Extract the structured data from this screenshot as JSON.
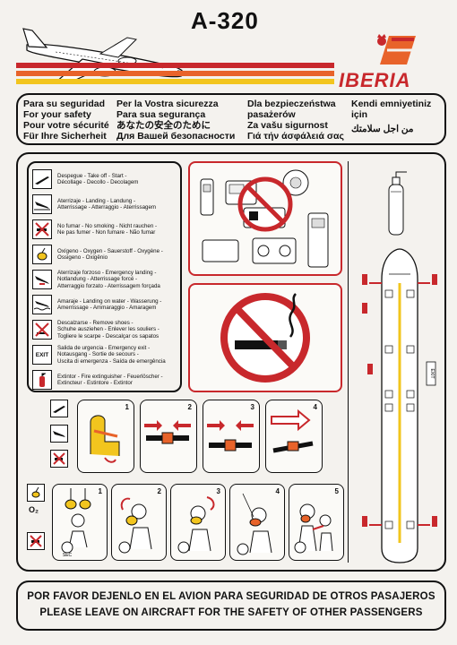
{
  "header": {
    "model": "A-320",
    "airline": "IBERIA"
  },
  "safety_titles": {
    "col1": [
      "Para su seguridad",
      "For your safety",
      "Pour votre sécurité",
      "Für Ihre Sicherheit"
    ],
    "col2": [
      "Per la Vostra sicurezza",
      "Para sua segurança",
      "あなたの安全のために",
      "Для Вашей безопасности"
    ],
    "col3": [
      "Dla bezpieczeństwa",
      "pasażerów",
      "Za vašu sigurnost",
      "Γιά τήν άσφάλειά σας"
    ],
    "col4": [
      "Kendi emniyetiniz",
      "için",
      "من اجل سلامتك"
    ]
  },
  "legend": [
    {
      "icon": "takeoff-icon",
      "lines": [
        "Despegue - Take off - Start -",
        "Décollage - Decollo - Decolagem"
      ]
    },
    {
      "icon": "landing-icon",
      "lines": [
        "Aterrizaje - Landing - Landung -",
        "Atterrissage - Atterraggio - Aterrissagem"
      ]
    },
    {
      "icon": "no-smoking-icon",
      "lines": [
        "No fumar - No smoking - Nicht rauchen -",
        "Ne pas fumer - Non fumare - Não fumar"
      ]
    },
    {
      "icon": "oxygen-icon",
      "lines": [
        "Oxígeno - Oxygen - Sauerstoff - Oxygène -",
        "Ossigeno - Oxigênio"
      ]
    },
    {
      "icon": "forced-landing-icon",
      "lines": [
        "Aterrizaje forzoso - Emergency landing -",
        "Notlandung - Atterrissage forcé -",
        "Atterraggio forzato - Aterrissagem forçada"
      ]
    },
    {
      "icon": "water-landing-icon",
      "lines": [
        "Amaraje - Landing on water - Wasserung -",
        "Amerrissage - Ammaraggio - Amaragem"
      ]
    },
    {
      "icon": "remove-shoes-icon",
      "lines": [
        "Descalzarse - Remove shoes -",
        "Schuhe ausziehen - Enlever les souliers -",
        "Togliere le scarpe - Descalçar os sapatos"
      ]
    },
    {
      "icon": "exit-icon",
      "label": "EXIT",
      "lines": [
        "Salida de urgencia - Emergency exit -",
        "Notausgang - Sortie de secours -",
        "Uscita di emergenza - Saída de emergência"
      ]
    },
    {
      "icon": "extinguisher-icon",
      "lines": [
        "Extintor - Fire extinguisher - Feuerlöscher -",
        "Extincteur - Estintore - Extintor"
      ]
    }
  ],
  "seatbelt_steps": [
    "1",
    "2",
    "3",
    "4"
  ],
  "oxygen_steps": [
    "1",
    "2",
    "3",
    "4",
    "5"
  ],
  "labels": {
    "oxygen_symbol": "O₂",
    "exit_label": "EXIT",
    "sec": "SEC"
  },
  "footer": {
    "line1": "POR FAVOR DEJENLO EN EL AVION PARA SEGURIDAD DE OTROS PASAJEROS",
    "line2": "PLEASE LEAVE ON AIRCRAFT FOR THE SAFETY OF OTHER PASSENGERS"
  },
  "colors": {
    "red": "#c8282c",
    "orange": "#e8632a",
    "yellow": "#f2c51e",
    "ink": "#111111"
  }
}
